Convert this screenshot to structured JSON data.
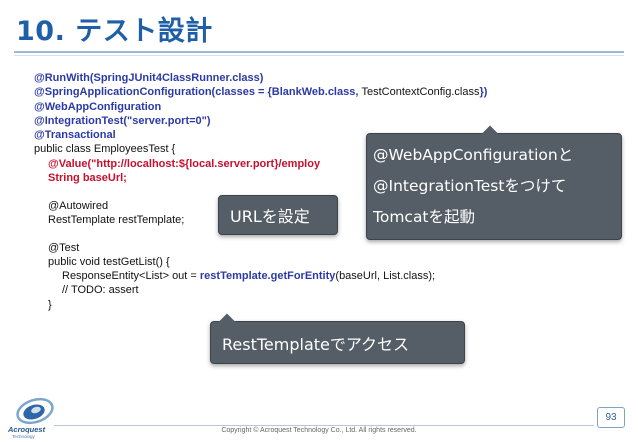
{
  "slide": {
    "title": "10. テスト設計",
    "page_number": "93",
    "copyright": "Copyright © Acroquest Technology Co., Ltd. All rights reserved.",
    "logo": {
      "name": "Acroquest",
      "subtitle": "Technology"
    }
  },
  "code": {
    "l1": "@RunWith(SpringJUnit4ClassRunner.class)",
    "l2": "@SpringApplicationConfiguration(classes = {BlankWeb.class, ",
    "l2b": "TestContextConfig.class",
    "l2c": "})",
    "l3": "@WebAppConfiguration",
    "l4": "@IntegrationTest(\"server.port=0\")",
    "l5": "@Transactional",
    "l6": "public class EmployeesTest {",
    "l7": "@Value(\"http://localhost:${local.server.port}/employ",
    "l8": "String baseUrl;",
    "l9": "@Autowired",
    "l10": "RestTemplate restTemplate;",
    "l11": "@Test",
    "l12": "public void testGetList() {",
    "l13a": "ResponseEntity<List> out = ",
    "l13b": "restTemplate.getForEntity",
    "l13c": "(baseUrl, List.class);",
    "l14": "// TODO: assert",
    "l15": "}"
  },
  "callouts": {
    "config_line1": "@WebAppConfigurationと",
    "config_line2": "@IntegrationTestをつけて",
    "config_line3": "Tomcatを起動",
    "url": "URLを設定",
    "rest": "RestTemplateでアクセス"
  },
  "colors": {
    "title": "#1f5fa8",
    "annotation": "#2c3aa6",
    "highlight": "#c8102e",
    "callout_bg": "#555d66"
  }
}
